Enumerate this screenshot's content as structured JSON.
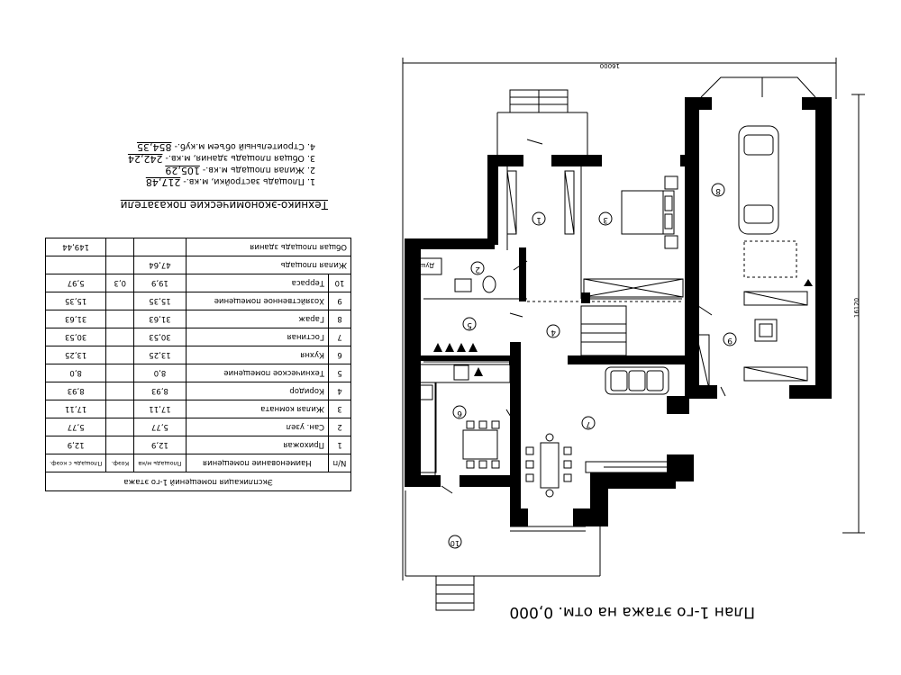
{
  "plan": {
    "title": "План 1-го этажа на отм. 0,000",
    "dim_width": "16000",
    "dim_height": "16120",
    "room_numbers": [
      "1",
      "2",
      "3",
      "4",
      "5",
      "6",
      "7",
      "8",
      "9",
      "10"
    ]
  },
  "tech": {
    "title": "Технико-экономические показатели",
    "lines": [
      {
        "label": "1. Площадь застройки, м.кв.-",
        "value": "217,48"
      },
      {
        "label": "2. Жилая площадь м.кв.-",
        "value": "105,29"
      },
      {
        "label": "3. Общая площадь здания, м.кв.-",
        "value": "242,24"
      },
      {
        "label": "4. Строительный объем м.куб.-",
        "value": "854,35"
      }
    ]
  },
  "explication": {
    "title": "Экспликация помещений 1-го этажа",
    "headers": {
      "num": "N/п",
      "name": "Наименование помещения",
      "area": "Площадь м/кв",
      "coef": "Коэф.",
      "area_coef": "Площадь с коэф."
    },
    "rows": [
      {
        "n": "1",
        "name": "Прихожая",
        "area": "12,9",
        "coef": "",
        "total": "12,9"
      },
      {
        "n": "2",
        "name": "Сан. узел",
        "area": "5,77",
        "coef": "",
        "total": "5,77"
      },
      {
        "n": "3",
        "name": "Жилая комната",
        "area": "17,11",
        "coef": "",
        "total": "17,11"
      },
      {
        "n": "4",
        "name": "Коридор",
        "area": "8,93",
        "coef": "",
        "total": "8,93"
      },
      {
        "n": "5",
        "name": "Техническое помещение",
        "area": "8,0",
        "coef": "",
        "total": "8,0"
      },
      {
        "n": "6",
        "name": "Кухня",
        "area": "13,25",
        "coef": "",
        "total": "13,25"
      },
      {
        "n": "7",
        "name": "Гостиная",
        "area": "30,53",
        "coef": "",
        "total": "30,53"
      },
      {
        "n": "8",
        "name": "Гараж",
        "area": "31,63",
        "coef": "",
        "total": "31,63"
      },
      {
        "n": "9",
        "name": "Хозяйственное помещение",
        "area": "15,35",
        "coef": "",
        "total": "15,35"
      },
      {
        "n": "10",
        "name": "Терраса",
        "area": "19,9",
        "coef": "0,3",
        "total": "5,97"
      }
    ],
    "living_label": "Жилая площадь",
    "living_value": "47,64",
    "total_label": "Общая площадь здания",
    "total_value": "149,44"
  },
  "labels": {
    "shower": "Душ"
  }
}
